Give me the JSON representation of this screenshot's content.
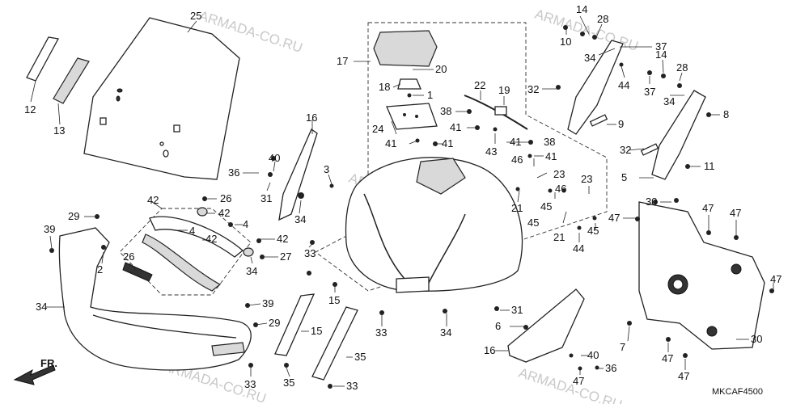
{
  "watermarks": [
    "ARMADA-CO.RU",
    "ARMADA-CO.RU",
    "ARMADA-CO.RU",
    "ARMADA-CO.RU"
  ],
  "diagram_code": "MKCAF4500",
  "direction_label": "FR.",
  "labels": [
    {
      "id": "l1",
      "text": "25"
    },
    {
      "id": "l2",
      "text": "12"
    },
    {
      "id": "l3",
      "text": "13"
    },
    {
      "id": "l4",
      "text": "17"
    },
    {
      "id": "l5",
      "text": "20"
    },
    {
      "id": "l6",
      "text": "18"
    },
    {
      "id": "l7",
      "text": "1"
    },
    {
      "id": "l8",
      "text": "22"
    },
    {
      "id": "l9",
      "text": "19"
    },
    {
      "id": "l10",
      "text": "32"
    },
    {
      "id": "l11",
      "text": "38"
    },
    {
      "id": "l12",
      "text": "24"
    },
    {
      "id": "l13",
      "text": "41"
    },
    {
      "id": "l14",
      "text": "41"
    },
    {
      "id": "l15",
      "text": "41"
    },
    {
      "id": "l16",
      "text": "43"
    },
    {
      "id": "l17",
      "text": "41"
    },
    {
      "id": "l18",
      "text": "38"
    },
    {
      "id": "l19",
      "text": "41"
    },
    {
      "id": "l20",
      "text": "46"
    },
    {
      "id": "l21",
      "text": "23"
    },
    {
      "id": "l22",
      "text": "46"
    },
    {
      "id": "l23",
      "text": "23"
    },
    {
      "id": "l24",
      "text": "21"
    },
    {
      "id": "l25",
      "text": "45"
    },
    {
      "id": "l26",
      "text": "45"
    },
    {
      "id": "l27",
      "text": "21"
    },
    {
      "id": "l28",
      "text": "45"
    },
    {
      "id": "l29",
      "text": "44"
    },
    {
      "id": "l30",
      "text": "14"
    },
    {
      "id": "l31",
      "text": "28"
    },
    {
      "id": "l32",
      "text": "10"
    },
    {
      "id": "l33",
      "text": "37"
    },
    {
      "id": "l34",
      "text": "34"
    },
    {
      "id": "l35",
      "text": "44"
    },
    {
      "id": "l36",
      "text": "14"
    },
    {
      "id": "l37",
      "text": "28"
    },
    {
      "id": "l38",
      "text": "37"
    },
    {
      "id": "l39",
      "text": "34"
    },
    {
      "id": "l40",
      "text": "8"
    },
    {
      "id": "l41",
      "text": "9"
    },
    {
      "id": "l42",
      "text": "32"
    },
    {
      "id": "l43",
      "text": "11"
    },
    {
      "id": "l44",
      "text": "5"
    },
    {
      "id": "l45",
      "text": "16"
    },
    {
      "id": "l46",
      "text": "40"
    },
    {
      "id": "l47",
      "text": "36"
    },
    {
      "id": "l48",
      "text": "31"
    },
    {
      "id": "l49",
      "text": "34"
    },
    {
      "id": "l50",
      "text": "3"
    },
    {
      "id": "l51",
      "text": "42"
    },
    {
      "id": "l52",
      "text": "26"
    },
    {
      "id": "l53",
      "text": "42"
    },
    {
      "id": "l54",
      "text": "4"
    },
    {
      "id": "l55",
      "text": "4"
    },
    {
      "id": "l56",
      "text": "42"
    },
    {
      "id": "l57",
      "text": "42"
    },
    {
      "id": "l58",
      "text": "27"
    },
    {
      "id": "l59",
      "text": "26"
    },
    {
      "id": "l60",
      "text": "34"
    },
    {
      "id": "l61",
      "text": "29"
    },
    {
      "id": "l62",
      "text": "39"
    },
    {
      "id": "l63",
      "text": "2"
    },
    {
      "id": "l64",
      "text": "34"
    },
    {
      "id": "l65",
      "text": "39"
    },
    {
      "id": "l66",
      "text": "29"
    },
    {
      "id": "l67",
      "text": "33"
    },
    {
      "id": "l68",
      "text": "33"
    },
    {
      "id": "l69",
      "text": "15"
    },
    {
      "id": "l70",
      "text": "15"
    },
    {
      "id": "l71",
      "text": "35"
    },
    {
      "id": "l72",
      "text": "35"
    },
    {
      "id": "l73",
      "text": "33"
    },
    {
      "id": "l74",
      "text": "33"
    },
    {
      "id": "l75",
      "text": "34"
    },
    {
      "id": "l76",
      "text": "31"
    },
    {
      "id": "l77",
      "text": "6"
    },
    {
      "id": "l78",
      "text": "16"
    },
    {
      "id": "l79",
      "text": "40"
    },
    {
      "id": "l80",
      "text": "36"
    },
    {
      "id": "l81",
      "text": "47"
    },
    {
      "id": "l82",
      "text": "47"
    },
    {
      "id": "l83",
      "text": "30"
    },
    {
      "id": "l84",
      "text": "47"
    },
    {
      "id": "l85",
      "text": "47"
    },
    {
      "id": "l86",
      "text": "47"
    },
    {
      "id": "l87",
      "text": "7"
    },
    {
      "id": "l88",
      "text": "30"
    },
    {
      "id": "l89",
      "text": "47"
    },
    {
      "id": "l90",
      "text": "47"
    }
  ]
}
